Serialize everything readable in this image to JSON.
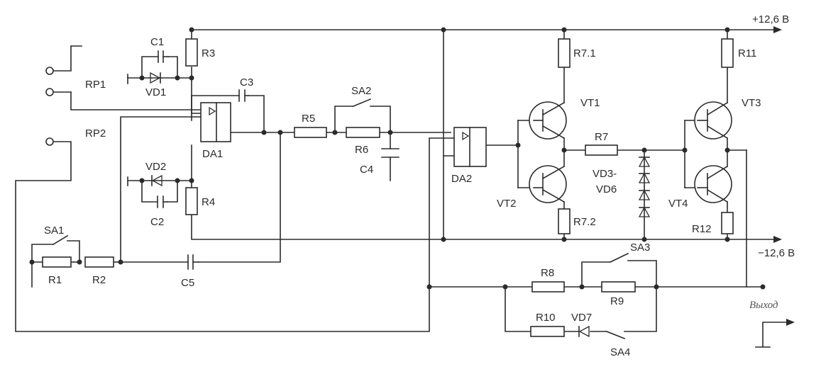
{
  "supply": {
    "positive": "+12,6  B",
    "negative": "−12,6  B"
  },
  "output_label": "Выход",
  "switches": {
    "rp1": "RP1",
    "rp2": "RP2",
    "sa1": "SA1",
    "sa2": "SA2",
    "sa3": "SA3",
    "sa4": "SA4"
  },
  "resistors": {
    "r1": "R1",
    "r2": "R2",
    "r3": "R3",
    "r4": "R4",
    "r5": "R5",
    "r6": "R6",
    "r7": "R7",
    "r7_1": "R7.1",
    "r7_2": "R7.2",
    "r8": "R8",
    "r9": "R9",
    "r10": "R10",
    "r11": "R11",
    "r12": "R12"
  },
  "capacitors": {
    "c1": "C1",
    "c2": "C2",
    "c3": "C3",
    "c4": "C4",
    "c5": "C5"
  },
  "diodes": {
    "vd1": "VD1",
    "vd2": "VD2",
    "vd3_vd6_a": "VD3-",
    "vd3_vd6_b": "VD6",
    "vd7": "VD7"
  },
  "amplifiers": {
    "da1": "DA1",
    "da2": "DA2"
  },
  "transistors": {
    "vt1": "VT1",
    "vt2": "VT2",
    "vt3": "VT3",
    "vt4": "VT4"
  }
}
